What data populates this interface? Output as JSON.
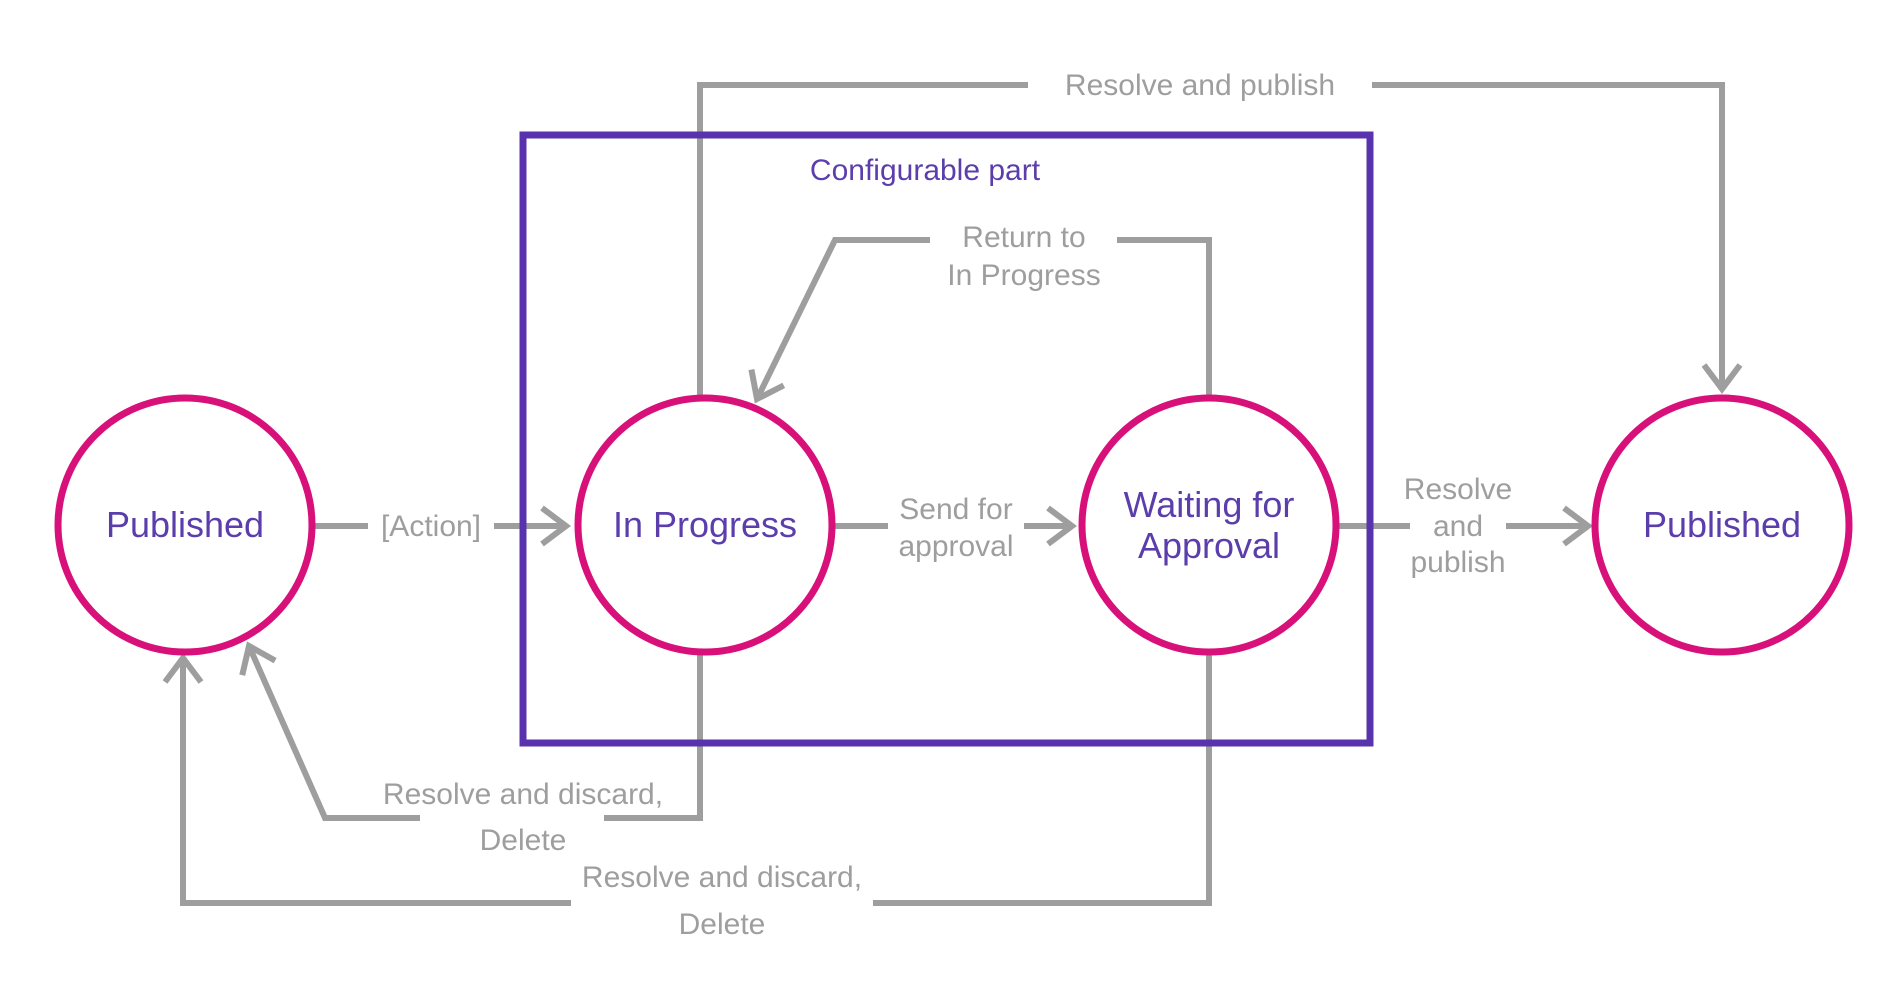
{
  "diagram": {
    "configurable_box_title": "Configurable part",
    "states": {
      "published_left": "Published",
      "in_progress": "In Progress",
      "waiting_line1": "Waiting for",
      "waiting_line2": "Approval",
      "published_right": "Published"
    },
    "transitions": {
      "action": "[Action]",
      "send_line1": "Send for",
      "send_line2": "approval",
      "resolve_right_line1": "Resolve",
      "resolve_right_line2": "and",
      "resolve_right_line3": "publish",
      "resolve_top": "Resolve and publish",
      "return_line1": "Return to",
      "return_line2": "In Progress",
      "discard_inprogress_line1": "Resolve and discard,",
      "discard_inprogress_line2": "Delete",
      "discard_waiting_line1": "Resolve and discard,",
      "discard_waiting_line2": "Delete"
    },
    "colors": {
      "state_stroke": "#D8107A",
      "state_text": "#5B3EAB",
      "box_border": "#5833AD",
      "box_title": "#5B3EAB",
      "edge_gray": "#9E9E9E",
      "background": "#FFFFFF"
    }
  }
}
